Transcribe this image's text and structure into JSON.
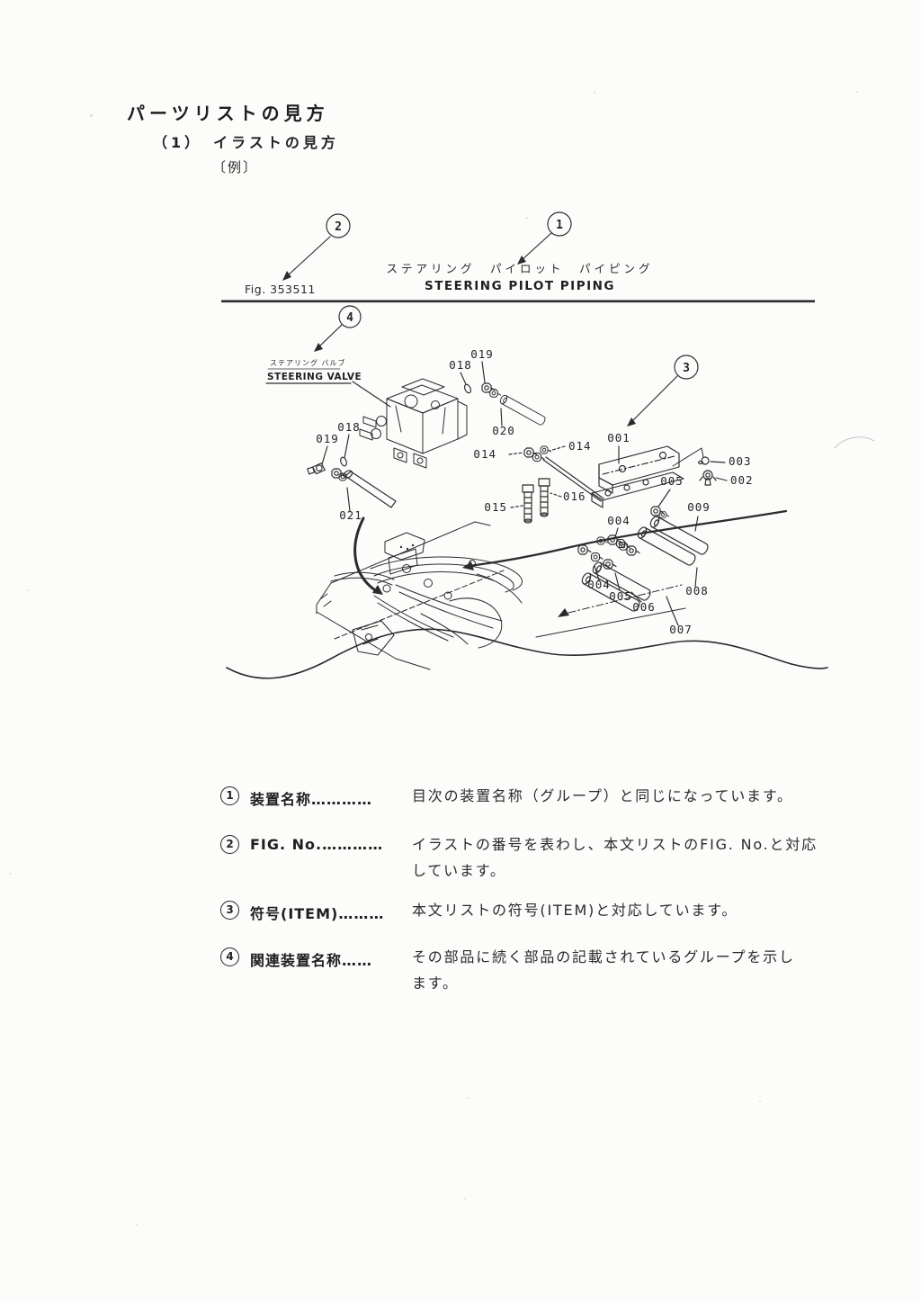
{
  "page": {
    "title": "パーツリストの見方",
    "subtitle": "（1）　イラストの見方",
    "example": "〔例〕"
  },
  "figure": {
    "fig_no": "Fig. 353511",
    "title_ja": "ステアリング　パイロット　パイピング",
    "title_en": "STEERING PILOT PIPING",
    "callout_1": "1",
    "callout_2": "2",
    "callout_3": "3",
    "callout_4": "4",
    "valve_label_ja": "ステアリング バルブ",
    "valve_label_en": "STEERING VALVE",
    "part_labels": {
      "p018_top": "018",
      "p019_top": "019",
      "p020": "020",
      "p014_left": "014",
      "p014_right": "014",
      "p015": "015",
      "p016": "016",
      "p018_left": "018",
      "p019_left": "019",
      "p021": "021",
      "p001": "001",
      "p002": "002",
      "p003": "003",
      "p005_upper": "005",
      "p009": "009",
      "p004_upper": "004",
      "p004_lower": "004",
      "p005_lower": "005",
      "p006": "006",
      "p007": "007",
      "p008": "008"
    }
  },
  "legend": {
    "items": [
      {
        "num": "1",
        "term": "装置名称…………",
        "desc": "目次の装置名称（グループ）と同じになっています。"
      },
      {
        "num": "2",
        "term": "FIG. No.…………",
        "desc": "イラストの番号を表わし、本文リストのFIG. No.と対応\nしています。"
      },
      {
        "num": "3",
        "term": "符号(ITEM)………",
        "desc": "本文リストの符号(ITEM)と対応しています。"
      },
      {
        "num": "4",
        "term": "関連装置名称……",
        "desc": "その部品に続く部品の記載されているグループを示し\nます。"
      }
    ]
  },
  "colors": {
    "ink": "#2b2b2b",
    "paper": "#fcfcfb"
  }
}
